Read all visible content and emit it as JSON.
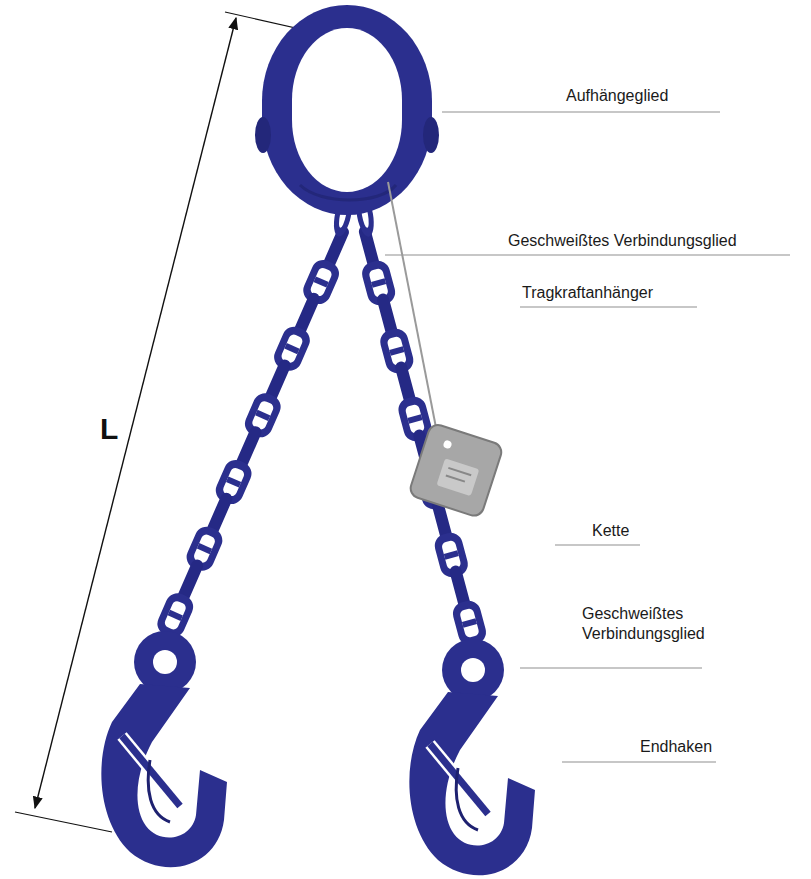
{
  "diagram": {
    "labels": [
      "L",
      "Aufhängeglied",
      "Geschweißtes Verbindungsglied",
      "Tragkraftanhänger",
      "Kette",
      "Geschweißtes Verbindungsglied",
      "Endhaken"
    ]
  }
}
